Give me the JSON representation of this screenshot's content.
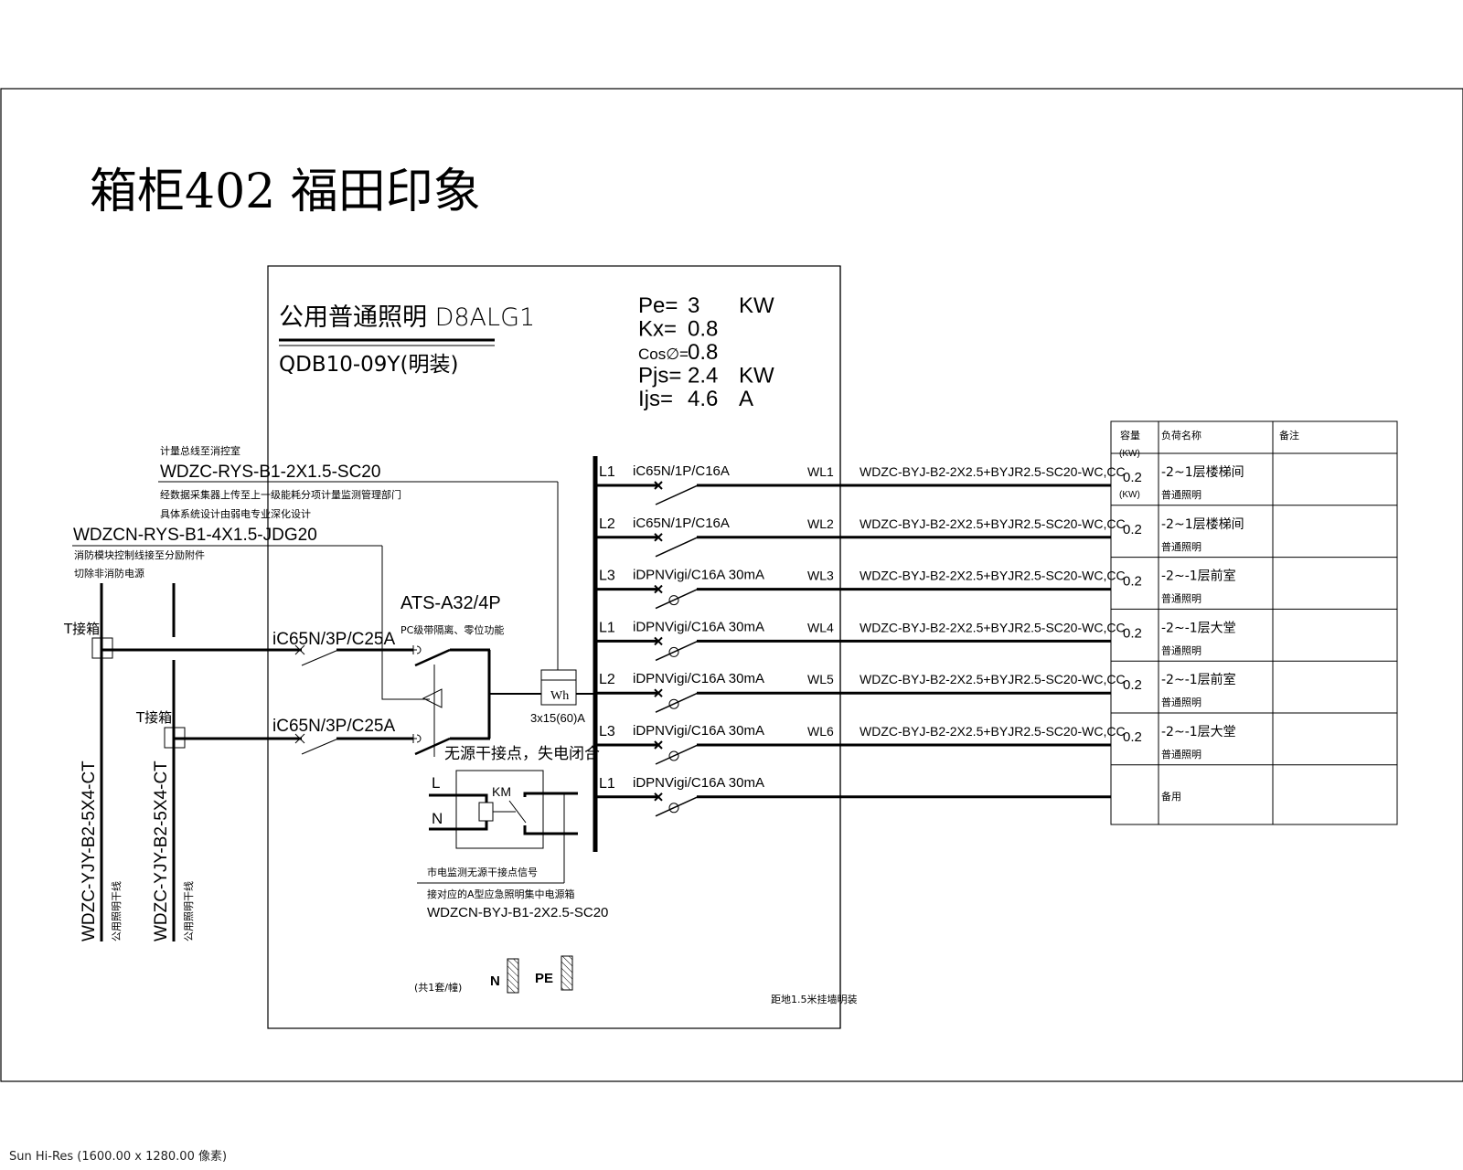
{
  "title": "箱柜402 福田印象",
  "panel": {
    "name": "公用普通照明 D8ALG1",
    "model": "QDB10-09Y(明装)",
    "params": [
      {
        "label": "Pe=",
        "value": "3",
        "unit": "KW"
      },
      {
        "label": "Kx=",
        "value": "0.8",
        "unit": ""
      },
      {
        "label": "Cos∅=",
        "value": "0.8",
        "unit": ""
      },
      {
        "label": "Pjs=",
        "value": "2.4",
        "unit": "KW"
      },
      {
        "label": "Ijs=",
        "value": "4.6",
        "unit": "A"
      }
    ],
    "mount_note": "距地1.5米挂墙明装",
    "busbar_note": "(共1套/幢)",
    "n_label": "N",
    "pe_label": "PE"
  },
  "incoming": {
    "metering_note_top": "计量总线至消控室",
    "metering_cable": "WDZC-RYS-B1-2X1.5-SC20",
    "metering_note_1": "经数据采集器上传至上一级能耗分项计量监测管理部门",
    "metering_note_2": "具体系统设计由弱电专业深化设计",
    "fire_cable": "WDZCN-RYS-B1-4X1.5-JDG20",
    "fire_note_1": "消防模块控制线接至分励附件",
    "fire_note_2": "切除非消防电源",
    "t_box_1": "T接箱",
    "t_box_2": "T接箱",
    "feeder_1_cable": "WDZC-YJY-B2-5X4-CT",
    "feeder_1_note": "公用照明干线",
    "feeder_2_cable": "WDZC-YJY-B2-5X4-CT",
    "feeder_2_note": "公用照明干线",
    "breaker_1": "iC65N/3P/C25A",
    "breaker_2": "iC65N/3P/C25A",
    "ats_label": "ATS-A32/4P",
    "ats_note": "PC级带隔离、零位功能",
    "meter_label": "Wh",
    "meter_rating": "3x15(60)A",
    "relay_note": "无源干接点，失电闭合",
    "relay_l": "L",
    "relay_n": "N",
    "relay_km": "KM",
    "signal_note_1": "市电监测无源干接点信号",
    "signal_note_2": "接对应的A型应急照明集中电源箱",
    "signal_cable": "WDZCN-BYJ-B1-2X2.5-SC20"
  },
  "circuits": [
    {
      "phase": "L1",
      "breaker": "iC65N/1P/C16A",
      "rcd": false,
      "id": "WL1",
      "cable": "WDZC-BYJ-B2-2X2.5+BYJR2.5-SC20-WC,CC",
      "capacity": "0.2",
      "capacity_unit": "(KW)",
      "load_1": "-2~1层楼梯间",
      "load_2": "普通照明",
      "remark": ""
    },
    {
      "phase": "L2",
      "breaker": "iC65N/1P/C16A",
      "rcd": false,
      "id": "WL2",
      "cable": "WDZC-BYJ-B2-2X2.5+BYJR2.5-SC20-WC,CC",
      "capacity": "0.2",
      "capacity_unit": "",
      "load_1": "-2~1层楼梯间",
      "load_2": "普通照明",
      "remark": ""
    },
    {
      "phase": "L3",
      "breaker": "iDPNVigi/C16A  30mA",
      "rcd": true,
      "id": "WL3",
      "cable": "WDZC-BYJ-B2-2X2.5+BYJR2.5-SC20-WC,CC",
      "capacity": "0.2",
      "capacity_unit": "",
      "load_1": "-2~-1层前室",
      "load_2": "普通照明",
      "remark": ""
    },
    {
      "phase": "L1",
      "breaker": "iDPNVigi/C16A  30mA",
      "rcd": true,
      "id": "WL4",
      "cable": "WDZC-BYJ-B2-2X2.5+BYJR2.5-SC20-WC,CC",
      "capacity": "0.2",
      "capacity_unit": "",
      "load_1": "-2~-1层大堂",
      "load_2": "普通照明",
      "remark": ""
    },
    {
      "phase": "L2",
      "breaker": "iDPNVigi/C16A  30mA",
      "rcd": true,
      "id": "WL5",
      "cable": "WDZC-BYJ-B2-2X2.5+BYJR2.5-SC20-WC,CC",
      "capacity": "0.2",
      "capacity_unit": "",
      "load_1": "-2~-1层前室",
      "load_2": "普通照明",
      "remark": ""
    },
    {
      "phase": "L3",
      "breaker": "iDPNVigi/C16A  30mA",
      "rcd": true,
      "id": "WL6",
      "cable": "WDZC-BYJ-B2-2X2.5+BYJR2.5-SC20-WC,CC",
      "capacity": "0.2",
      "capacity_unit": "",
      "load_1": "-2~-1层大堂",
      "load_2": "普通照明",
      "remark": ""
    },
    {
      "phase": "L1",
      "breaker": "iDPNVigi/C16A  30mA",
      "rcd": true,
      "id": "",
      "cable": "",
      "capacity": "",
      "capacity_unit": "",
      "load_1": "备用",
      "load_2": "",
      "remark": ""
    }
  ],
  "table_header": {
    "capacity": "容量",
    "capacity_unit": "(KW)",
    "load_name": "负荷名称",
    "remark": "备注"
  },
  "status_bar": "Sun Hi-Res (1600.00 x 1280.00 像素)"
}
